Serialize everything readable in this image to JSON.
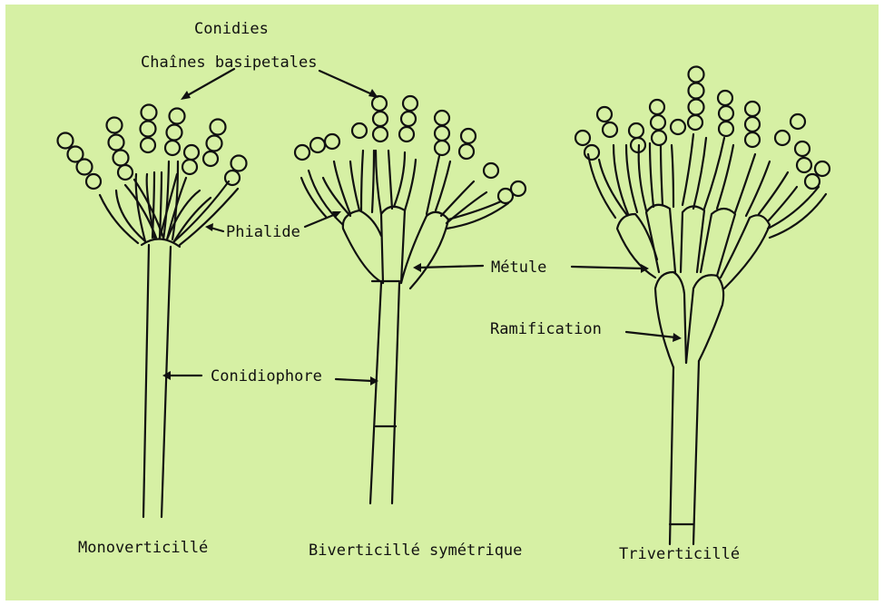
{
  "labels": {
    "conidies": "Conidies",
    "chaines": "Chaînes basipetales",
    "phialide": "Phialide",
    "metule": "Métule",
    "ramification": "Ramification",
    "conidiophore": "Conidiophore",
    "mono": "Monoverticillé",
    "bi": "Biverticillé symétrique",
    "tri": "Triverticillé"
  },
  "colors": {
    "background": "#d6f0a4",
    "ink": "#111111"
  }
}
